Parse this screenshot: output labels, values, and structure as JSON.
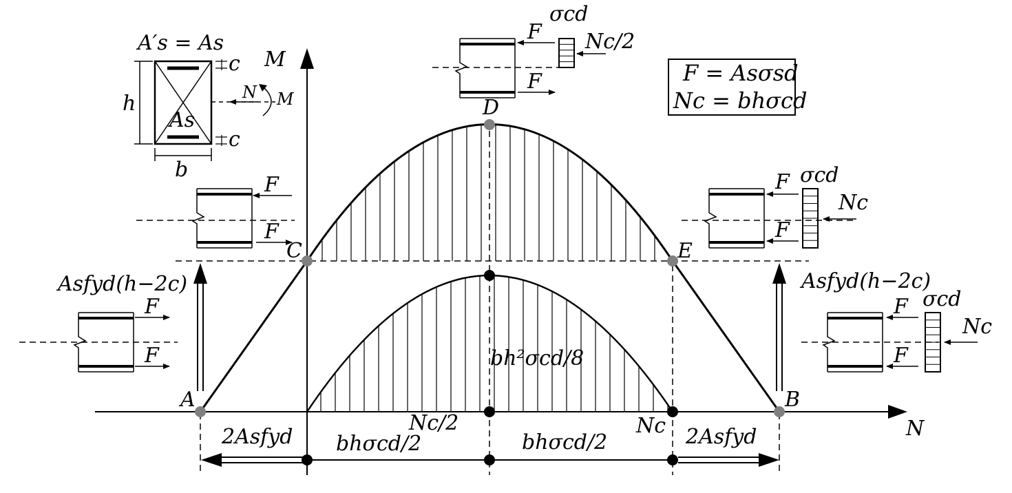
{
  "axes": {
    "m_label": "M",
    "n_label": "N"
  },
  "points": {
    "A": "A",
    "B": "B",
    "C": "C",
    "D": "D",
    "E": "E"
  },
  "legend": {
    "line1": "F = Asσsd",
    "line2": "Nc = bhσcd"
  },
  "section": {
    "top_label": "A′s = As",
    "bottom_bar": "As",
    "h": "h",
    "b": "b",
    "c_top": "c",
    "c_bottom": "c",
    "n": "N",
    "m": "M"
  },
  "forces": {
    "f": "F",
    "sigma": "σcd",
    "nc": "Nc",
    "nc_half": "Nc/2"
  },
  "annotations": {
    "left_moment": "Asfyd(h−2c)",
    "right_moment": "Asfyd(h−2c)",
    "inner_peak": "bh²σcd/8",
    "dim_left": "2Asfyd",
    "dim_mid_left": "bhσcd/2",
    "dim_mid_right": "bhσcd/2",
    "dim_right": "2Asfyd",
    "nc_half_mark": "Nc/2",
    "nc_mark": "Nc"
  },
  "colors": {
    "ink": "#000000",
    "point_gray": "#808080"
  }
}
